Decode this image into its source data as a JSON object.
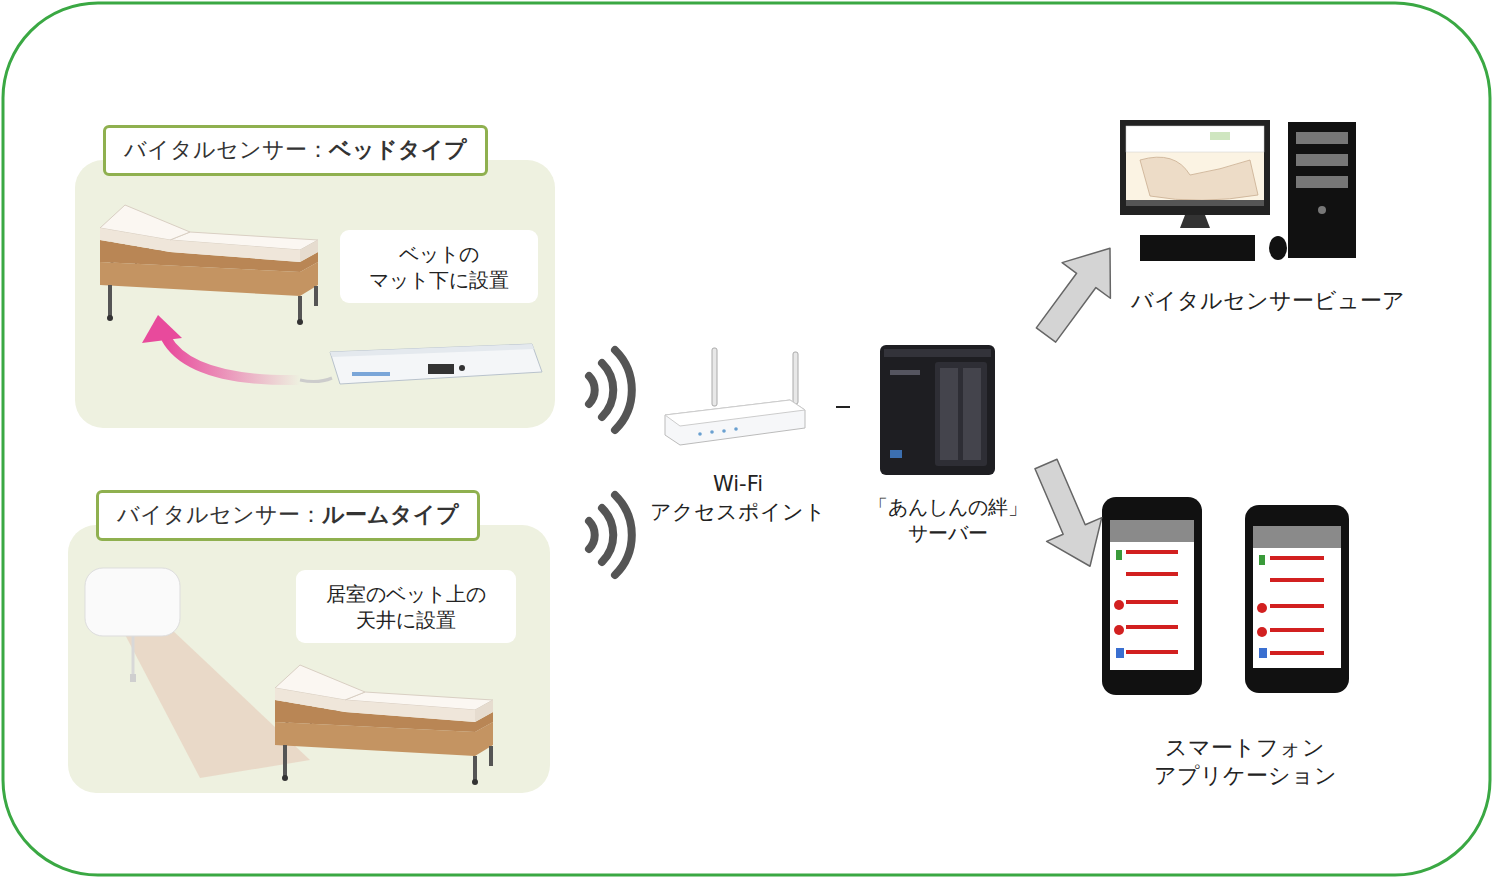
{
  "diagram": {
    "nodes": [
      {
        "text": [
          "バイタルセンサー：ベッドタイプ"
        ]
      },
      {
        "text": [
          "ベットの マット下に設置"
        ],
        "in": 0
      },
      {
        "text": [
          "バイタルセンサー：ルームタイプ"
        ]
      },
      {
        "text": [
          "居室のベット上の 天井に設置"
        ],
        "in": 2
      },
      {
        "text": [
          "Wi-Fi アクセスポイント"
        ]
      },
      {
        "text": [
          "「あんしんの絆」 サーバー"
        ]
      },
      {
        "text": [
          "バイタルセンサービューア"
        ]
      },
      {
        "text": [
          "スマートフォン アプリケーション"
        ]
      }
    ],
    "edges": [
      {
        "from": 4,
        "to": 5,
        "arrow": "none"
      },
      {
        "from": 5,
        "to": 6,
        "arrow": "to"
      },
      {
        "from": 5,
        "to": 7,
        "arrow": "to"
      }
    ]
  }
}
